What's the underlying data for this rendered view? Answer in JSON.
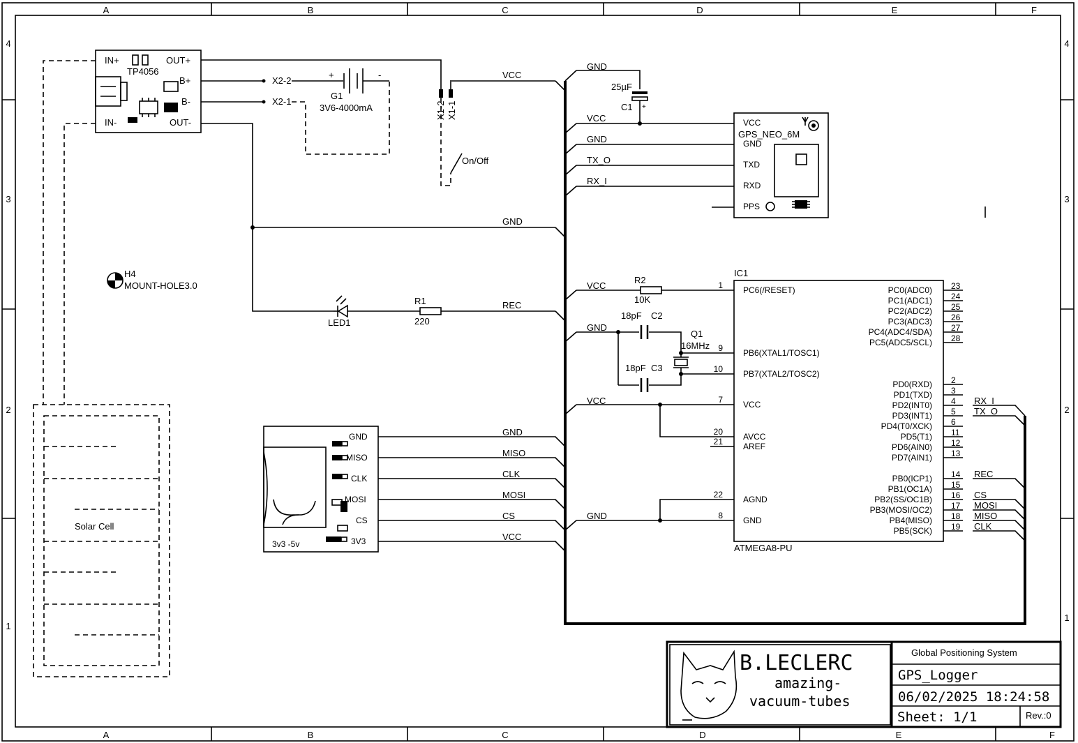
{
  "frame": {
    "columns": [
      "A",
      "B",
      "C",
      "D",
      "E",
      "F"
    ],
    "rows": [
      "4",
      "3",
      "2",
      "1"
    ]
  },
  "charger": {
    "name": "TP4056",
    "in_plus": "IN+",
    "in_minus": "IN-",
    "out_plus": "OUT+",
    "out_minus": "OUT-",
    "b_plus": "B+",
    "b_minus": "B-"
  },
  "battery": {
    "ref": "G1",
    "value": "3V6-4000mA",
    "plus": "+",
    "minus": "-",
    "pin_x2_2": "X2-2",
    "pin_x2_1": "X2-1"
  },
  "switch": {
    "pin_a": "X1-2",
    "pin_b": "X1-1",
    "label": "On/Off"
  },
  "mount_hole": {
    "ref": "H4",
    "value": "MOUNT-HOLE3.0"
  },
  "led": {
    "ref": "LED1"
  },
  "r1": {
    "ref": "R1",
    "value": "220"
  },
  "r2": {
    "ref": "R2",
    "value": "10K"
  },
  "c1": {
    "ref": "C1",
    "value": "25µF",
    "plus": "+"
  },
  "c2": {
    "ref": "C2",
    "value": "18pF"
  },
  "c3": {
    "ref": "C3",
    "value": "18pF"
  },
  "crystal": {
    "ref": "Q1",
    "value": "16MHz"
  },
  "solar": {
    "label": "Solar Cell"
  },
  "gps": {
    "name": "GPS_NEO_6M",
    "pins": [
      "VCC",
      "GND",
      "TXD",
      "RXD",
      "PPS"
    ]
  },
  "sd": {
    "pins": [
      "GND",
      "MISO",
      "CLK",
      "MOSI",
      "CS",
      "3V3"
    ],
    "footer": "3v3 -5v"
  },
  "nets": {
    "vcc": "VCC",
    "gnd": "GND",
    "tx_o": "TX_O",
    "rx_i": "RX_I",
    "rec": "REC",
    "miso": "MISO",
    "clk": "CLK",
    "mosi": "MOSI",
    "cs": "CS"
  },
  "mcu": {
    "ref": "IC1",
    "value": "ATMEGA8-PU",
    "left_pins": [
      {
        "num": "1",
        "name": "PC6(/RESET)"
      },
      {
        "num": "9",
        "name": "PB6(XTAL1/TOSC1)"
      },
      {
        "num": "10",
        "name": "PB7(XTAL2/TOSC2)"
      },
      {
        "num": "7",
        "name": "VCC"
      },
      {
        "num": "20",
        "name": "AVCC"
      },
      {
        "num": "21",
        "name": "AREF"
      },
      {
        "num": "22",
        "name": "AGND"
      },
      {
        "num": "8",
        "name": "GND"
      }
    ],
    "right_pins": [
      {
        "num": "23",
        "name": "PC0(ADC0)"
      },
      {
        "num": "24",
        "name": "PC1(ADC1)"
      },
      {
        "num": "25",
        "name": "PC2(ADC2)"
      },
      {
        "num": "26",
        "name": "PC3(ADC3)"
      },
      {
        "num": "27",
        "name": "PC4(ADC4/SDA)"
      },
      {
        "num": "28",
        "name": "PC5(ADC5/SCL)"
      },
      {
        "num": "2",
        "name": "PD0(RXD)"
      },
      {
        "num": "3",
        "name": "PD1(TXD)"
      },
      {
        "num": "4",
        "name": "PD2(INT0)"
      },
      {
        "num": "5",
        "name": "PD3(INT1)"
      },
      {
        "num": "6",
        "name": "PD4(T0/XCK)"
      },
      {
        "num": "11",
        "name": "PD5(T1)"
      },
      {
        "num": "12",
        "name": "PD6(AIN0)"
      },
      {
        "num": "13",
        "name": "PD7(AIN1)"
      },
      {
        "num": "14",
        "name": "PB0(ICP1)"
      },
      {
        "num": "15",
        "name": "PB1(OC1A)"
      },
      {
        "num": "16",
        "name": "PB2(SS/OC1B)"
      },
      {
        "num": "17",
        "name": "PB3(MOSI/OC2)"
      },
      {
        "num": "18",
        "name": "PB4(MISO)"
      },
      {
        "num": "19",
        "name": "PB5(SCK)"
      }
    ]
  },
  "title_block": {
    "author": "B.LECLERC",
    "tagline_1": "amazing-",
    "tagline_2": "vacuum-tubes",
    "description": "Global Positioning System",
    "project": "GPS_Logger",
    "datetime": "06/02/2025 18:24:58",
    "sheet": "Sheet: 1/1",
    "rev": "Rev.:0"
  }
}
